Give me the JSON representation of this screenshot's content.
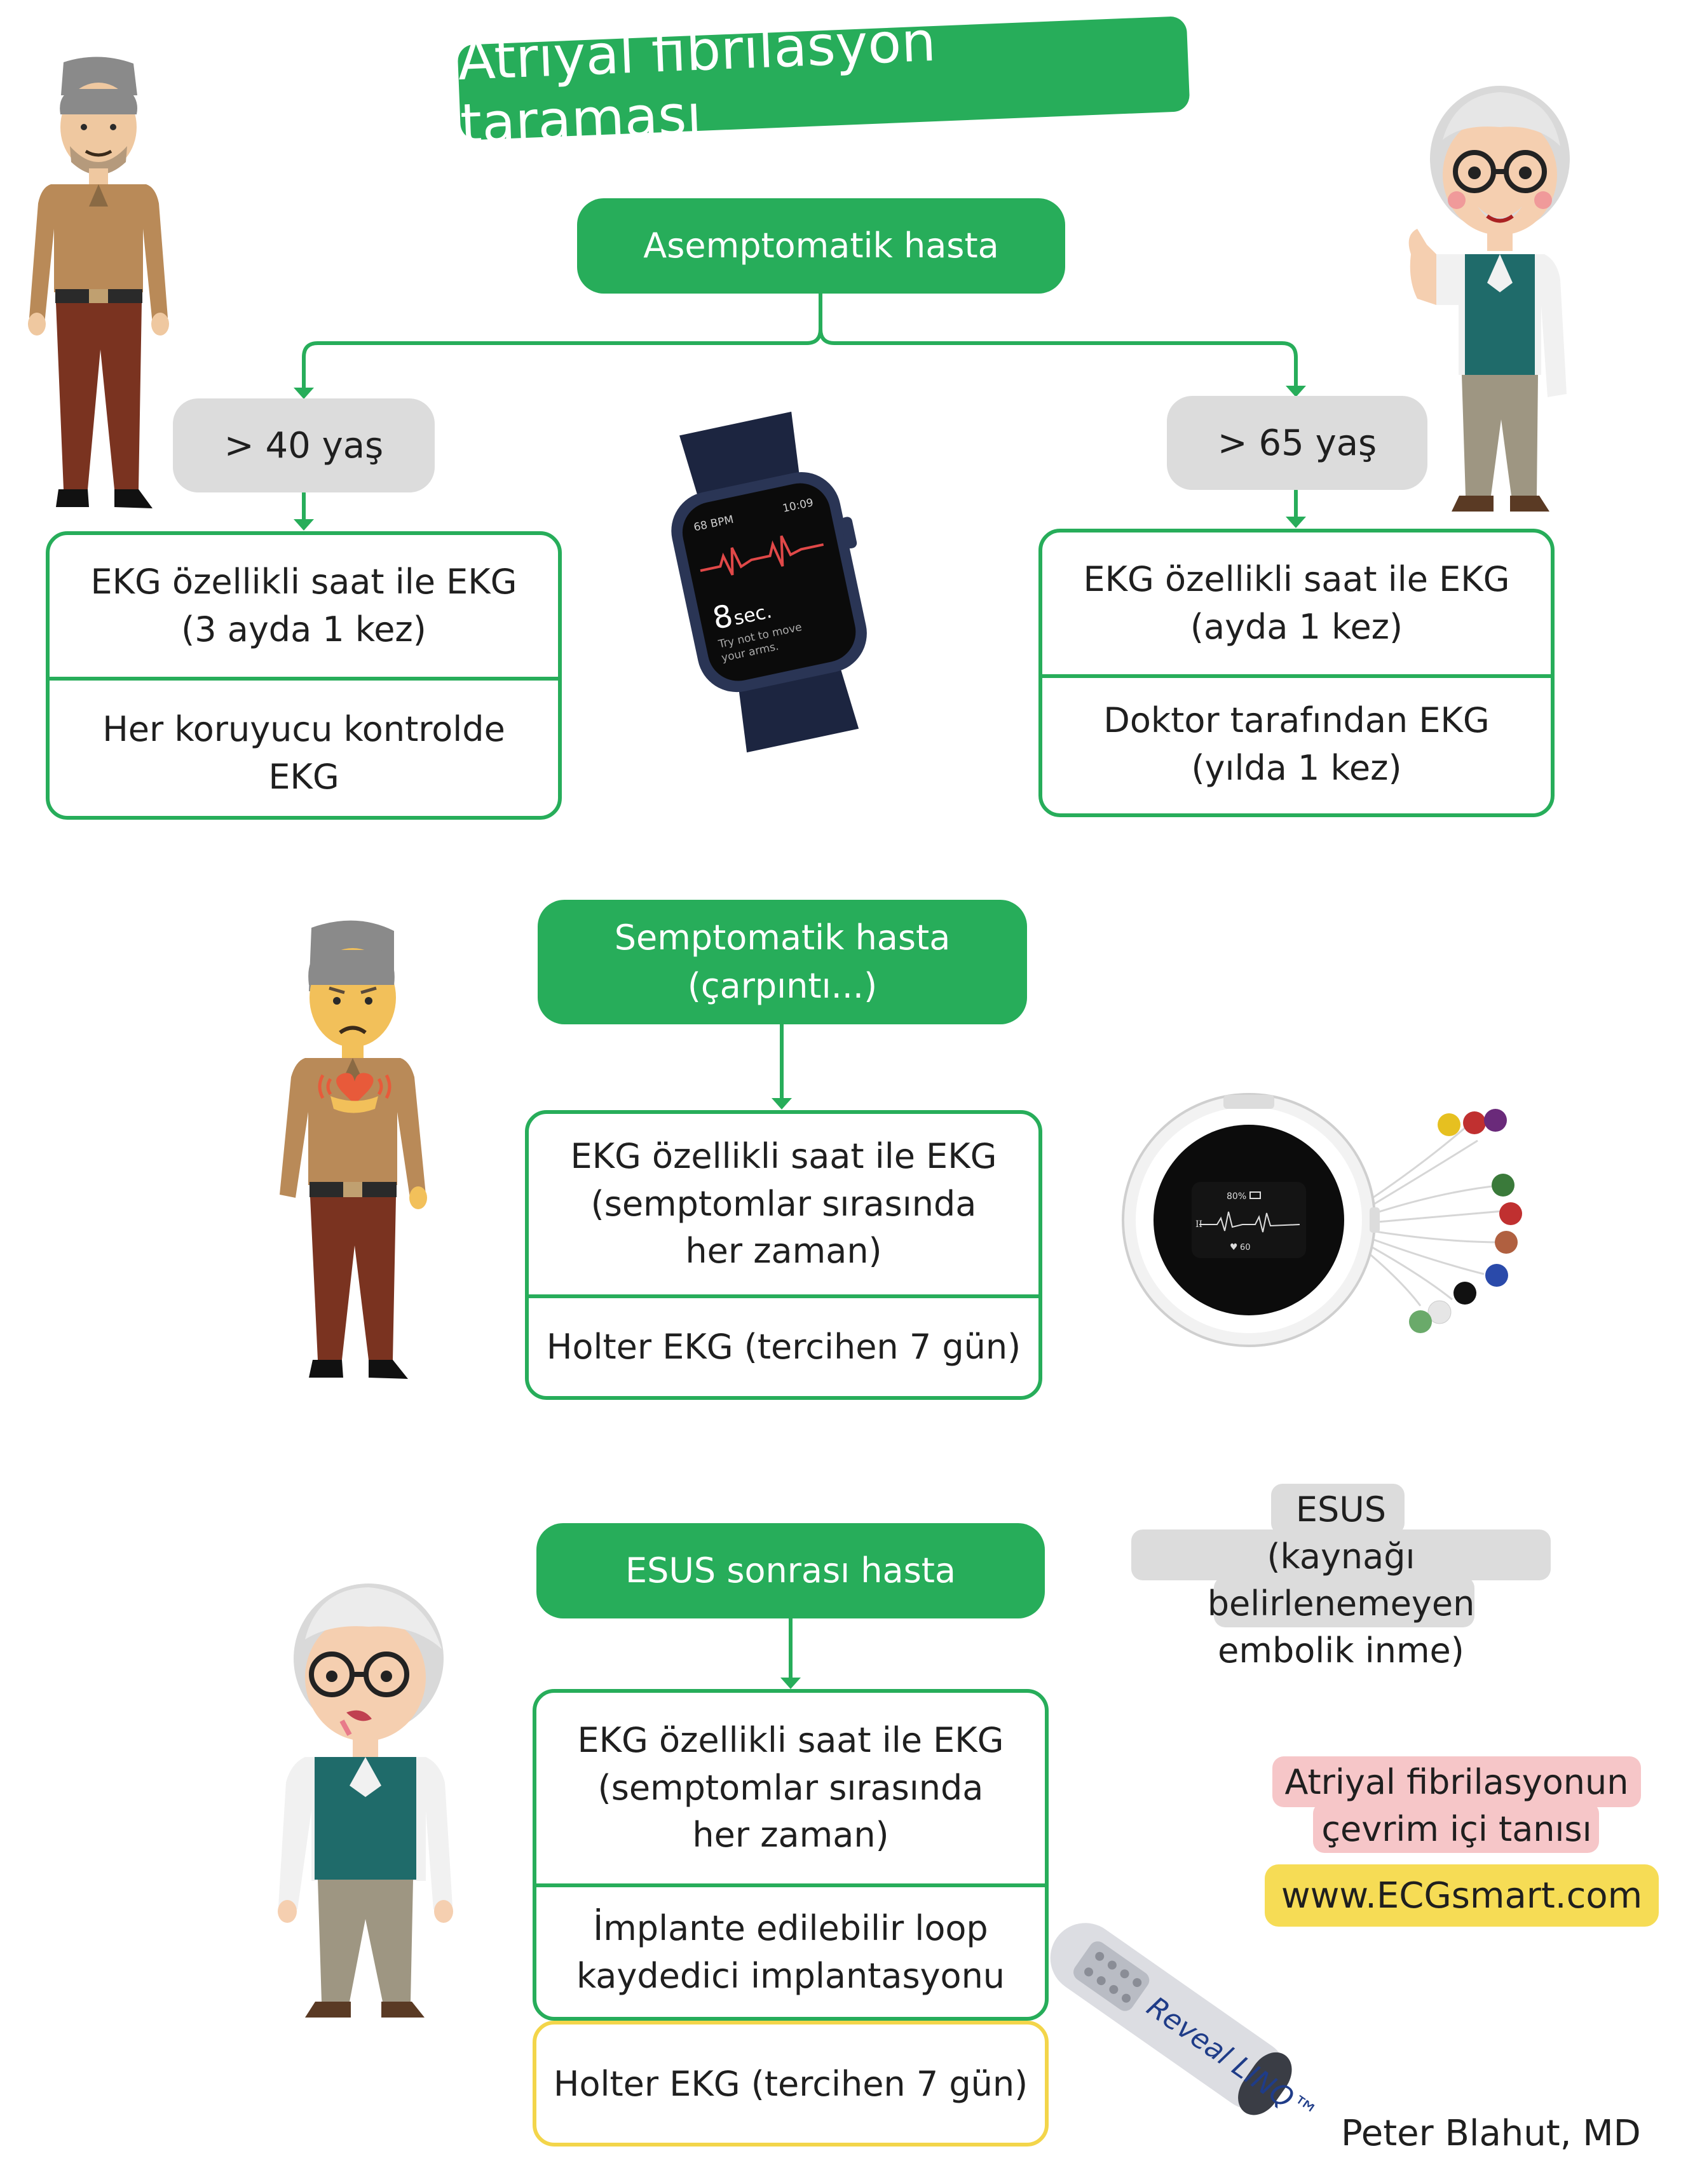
{
  "title": "Atriyal fibrilasyon taraması",
  "colors": {
    "green": "#27ad5a",
    "gray": "#dcdcdc",
    "pink": "#f6c6c8",
    "yellow": "#f6dc55",
    "outline_yellow": "#f3d54a"
  },
  "section1": {
    "header": "Asemptomatik hasta",
    "left": {
      "age": "> 40 yaş",
      "box_top_line1": "EKG özellikli saat ile EKG",
      "box_top_line2": "(3 ayda 1 kez)",
      "box_bottom": "Her koruyucu kontrolde EKG"
    },
    "right": {
      "age": "> 65 yaş",
      "box_top_line1": "EKG özellikli saat ile EKG",
      "box_top_line2": "(ayda 1 kez)",
      "box_bottom_line1": "Doktor tarafından EKG",
      "box_bottom_line2": "(yılda 1 kez)"
    },
    "watch": {
      "bpm": "68 BPM",
      "time": "10:09",
      "big": "8",
      "unit": "sec.",
      "hint1": "Try not to move",
      "hint2": "your arms."
    }
  },
  "section2": {
    "header_line1": "Semptomatik hasta",
    "header_line2": "(çarpıntı...)",
    "box_top_line1": "EKG özellikli saat ile EKG",
    "box_top_line2": "(semptomlar sırasında",
    "box_top_line3": "her zaman)",
    "box_bottom": "Holter EKG (tercihen 7 gün)",
    "holter": {
      "battery": "80%",
      "lead": "II",
      "hr": "60"
    }
  },
  "section3": {
    "header": "ESUS sonrası hasta",
    "box_top_line1": "EKG özellikli saat ile EKG",
    "box_top_line2": "(semptomlar sırasında",
    "box_top_line3": "her zaman)",
    "box_mid_line1": "İmplante edilebilir loop",
    "box_mid_line2": "kaydedici implantasyonu",
    "box_yellow": "Holter EKG (tercihen 7 gün)",
    "loop_label": "Reveal LINQ™",
    "esus_line1": "ESUS",
    "esus_line2": "(kaynağı belirlenemeyen",
    "esus_line3": "embolik inme)"
  },
  "promo": {
    "line1": "Atriyal fibrilasyonun",
    "line2": "çevrim içi tanısı",
    "url": "www.ECGsmart.com"
  },
  "author": "Peter Blahut, MD"
}
